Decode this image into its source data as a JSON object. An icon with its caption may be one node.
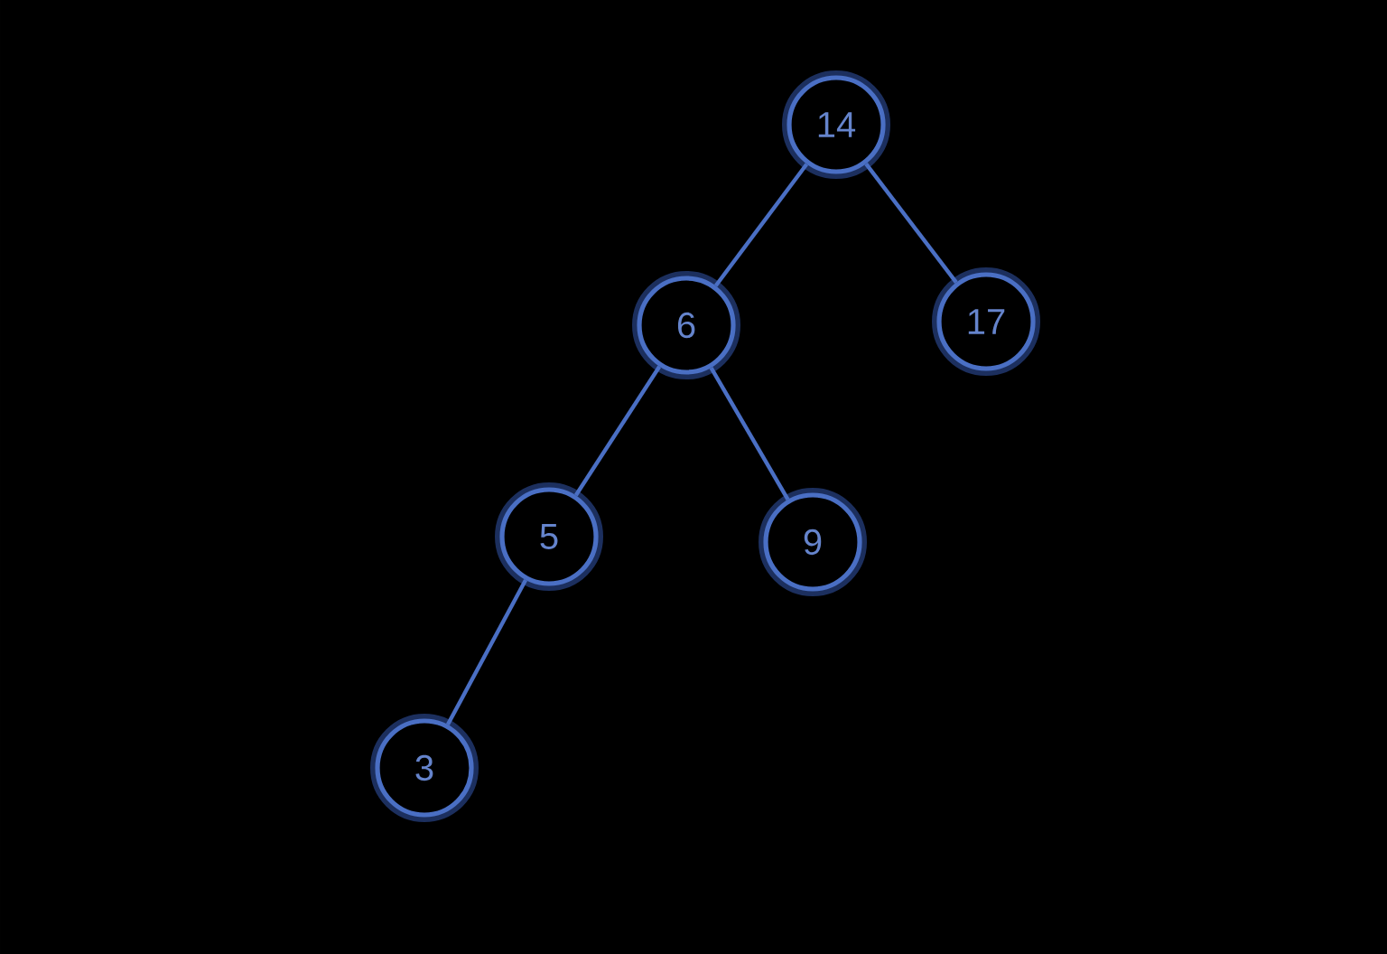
{
  "diagram": {
    "nodes": [
      {
        "text": [
          "14"
        ]
      },
      {
        "text": [
          "6"
        ]
      },
      {
        "text": [
          "17"
        ]
      },
      {
        "text": [
          "5"
        ]
      },
      {
        "text": [
          "9"
        ]
      },
      {
        "text": [
          "3"
        ]
      }
    ],
    "edges": [
      {
        "from": 0,
        "to": 1,
        "arrow": "none"
      },
      {
        "from": 0,
        "to": 2,
        "arrow": "none"
      },
      {
        "from": 1,
        "to": 3,
        "arrow": "none"
      },
      {
        "from": 1,
        "to": 4,
        "arrow": "none"
      },
      {
        "from": 3,
        "to": 5,
        "arrow": "none"
      }
    ]
  }
}
